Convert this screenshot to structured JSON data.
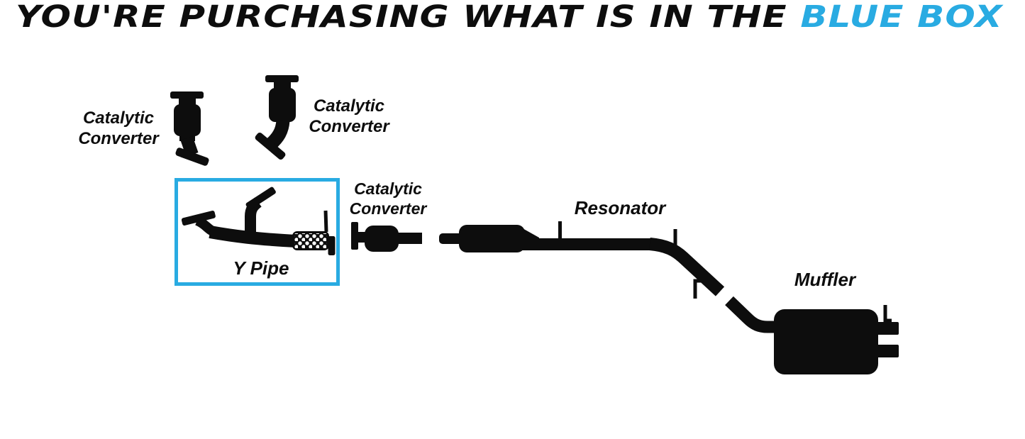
{
  "title": {
    "black_text": "YOU'RE PURCHASING WHAT IS IN THE",
    "highlight_text": "BLUE BOX",
    "highlight_color": "#29ABE2"
  },
  "diagram": {
    "highlight_box_color": "#29ABE2",
    "part_color": "#0d0d0d",
    "labels": {
      "cat1": {
        "line1": "Catalytic",
        "line2": "Converter"
      },
      "cat2": {
        "line1": "Catalytic",
        "line2": "Converter"
      },
      "cat3": {
        "line1": "Catalytic",
        "line2": "Converter"
      },
      "y_pipe": "Y Pipe",
      "resonator": "Resonator",
      "muffler": "Muffler"
    }
  }
}
